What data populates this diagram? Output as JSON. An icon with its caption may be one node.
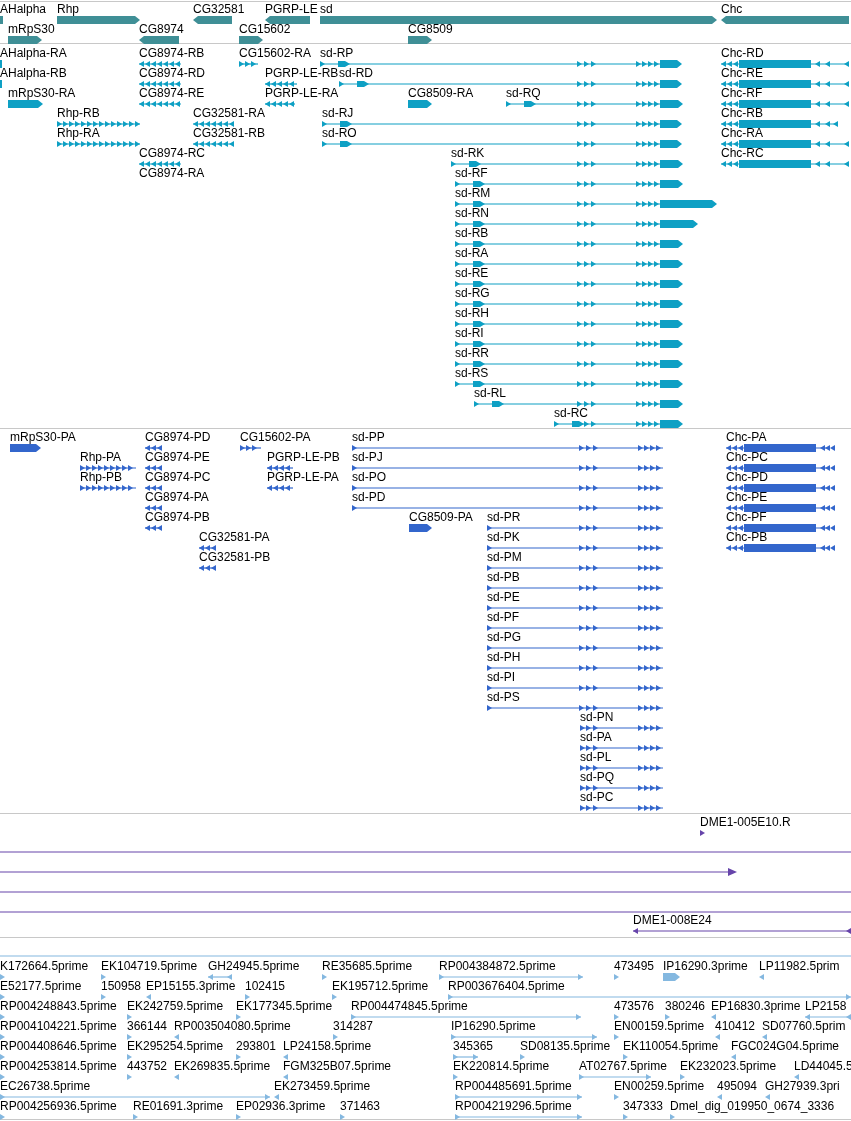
{
  "diagram": {
    "labels": [
      "AHalpha",
      "Rhp",
      "CG32581",
      "PGRP-LE",
      "sd",
      "Chc",
      "mRpS30",
      "CG8974",
      "CG15602",
      "CG8509",
      "AHalpha-RA",
      "CG8974-RB",
      "CG15602-RA",
      "sd-RP",
      "Chc-RD",
      "AHalpha-RB",
      "CG8974-RD",
      "PGRP-LE-RB",
      "sd-RD",
      "Chc-RE",
      "mRpS30-RA",
      "CG8974-RE",
      "PGRP-LE-RA",
      "CG8509-RA",
      "sd-RQ",
      "Chc-RF",
      "Rhp-RB",
      "CG32581-RA",
      "sd-RJ",
      "Chc-RB",
      "Rhp-RA",
      "CG32581-RB",
      "sd-RO",
      "Chc-RA",
      "CG8974-RC",
      "sd-RK",
      "Chc-RC",
      "CG8974-RA",
      "sd-RF",
      "sd-RM",
      "sd-RN",
      "sd-RB",
      "sd-RA",
      "sd-RE",
      "sd-RG",
      "sd-RH",
      "sd-RI",
      "sd-RR",
      "sd-RS",
      "sd-RL",
      "sd-RC",
      "mRpS30-PA",
      "CG8974-PD",
      "CG15602-PA",
      "sd-PP",
      "Chc-PA",
      "Rhp-PA",
      "CG8974-PE",
      "PGRP-LE-PB",
      "sd-PJ",
      "Chc-PC",
      "Rhp-PB",
      "CG8974-PC",
      "PGRP-LE-PA",
      "sd-PO",
      "Chc-PD",
      "CG8974-PA",
      "sd-PD",
      "Chc-PE",
      "CG8974-PB",
      "CG8509-PA",
      "sd-PR",
      "Chc-PF",
      "CG32581-PA",
      "sd-PK",
      "Chc-PB",
      "CG32581-PB",
      "sd-PM",
      "sd-PB",
      "sd-PE",
      "sd-PF",
      "sd-PG",
      "sd-PH",
      "sd-PI",
      "sd-PS",
      "sd-PN",
      "sd-PA",
      "sd-PL",
      "sd-PQ",
      "sd-PC",
      "DME1-005E10.R",
      "DME1-008E24",
      "K172664.5prime",
      "EK104719.5prime",
      "GH24945.5prime",
      "RE35685.5prime",
      "RP004384872.5prime",
      "473495",
      "IP16290.3prime",
      "LP11982.5prim",
      "E52177.5prime",
      "150958",
      "EP15155.3prime",
      "102415",
      "EK195712.5prime",
      "RP003676404.5prime",
      "RP004248843.5prime",
      "EK242759.5prime",
      "EK177345.5prime",
      "RP004474845.5prime",
      "473576",
      "380246",
      "EP16830.3prime",
      "LP2158",
      "RP004104221.5prime",
      "366144",
      "RP003504080.5prime",
      "314287",
      "IP16290.5prime",
      "EN00159.5prime",
      "410412",
      "SD07760.5prim",
      "RP004408646.5prime",
      "EK295254.5prime",
      "293801",
      "LP24158.5prime",
      "345365",
      "SD08135.5prime",
      "EK110054.5prime",
      "FGC024G04.5prime",
      "RP004253814.5prime",
      "443752",
      "EK269835.5prime",
      "FGM325B07.5prime",
      "EK220814.5prime",
      "AT02767.5prime",
      "EK232023.5prime",
      "LD44045.5",
      "EC26738.5prime",
      "EK273459.5prime",
      "RP004485691.5prime",
      "EN00259.5prime",
      "495094",
      "GH27939.3pri",
      "RP004256936.5prime",
      "RE01691.3prime",
      "EP02936.3prime",
      "371463",
      "RP004219296.5prime",
      "347333",
      "Dmel_dig_019950_0674_3336"
    ]
  }
}
